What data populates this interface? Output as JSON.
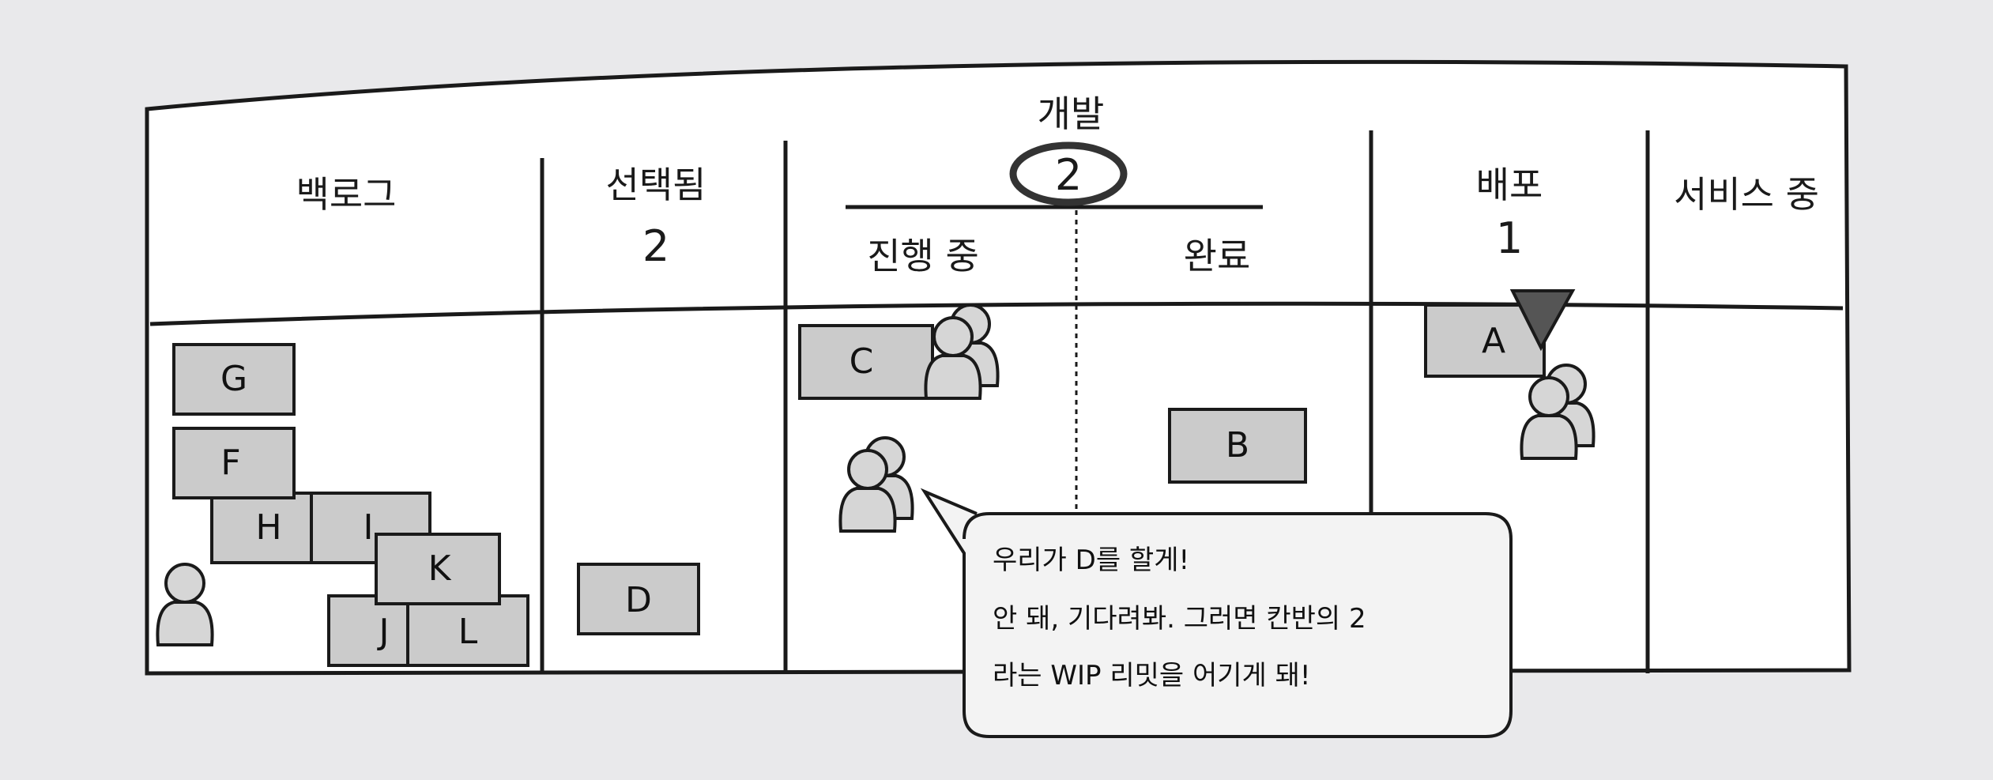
{
  "board": {
    "columns": {
      "backlog": "백로그",
      "selected": "선택됨",
      "selected_limit": "2",
      "development": "개발",
      "development_limit": "2",
      "in_progress": "진행 중",
      "done": "완료",
      "deploy": "배포",
      "deploy_limit": "1",
      "in_service": "서비스 중"
    },
    "cards": {
      "G": "G",
      "F": "F",
      "H": "H",
      "I": "I",
      "K": "K",
      "J": "J",
      "L": "L",
      "D": "D",
      "C": "C",
      "B": "B",
      "A": "A"
    },
    "bubble": {
      "line1": "우리가 D를 할게!",
      "line2": "안 돼, 기다려봐. 그러면 칸반의 2",
      "line3": "라는 WIP 리밋을 어기게 돼!"
    }
  },
  "colors": {
    "line": "#1a1a1a",
    "card_fill": "#cbcbcb",
    "board_fill": "#ffffff",
    "marker": "#555555"
  }
}
